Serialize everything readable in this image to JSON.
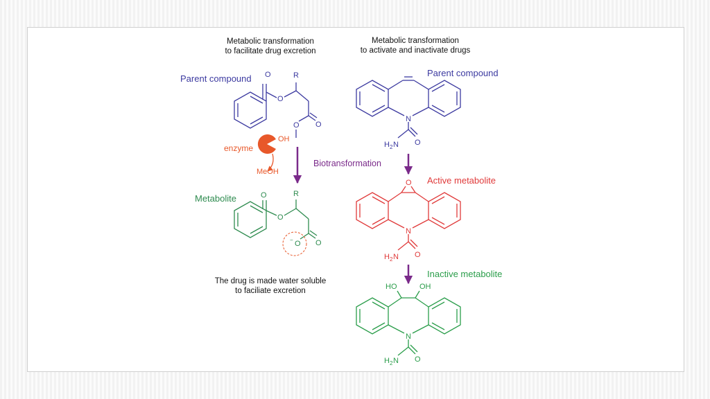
{
  "left_caption": [
    "Metabolic transformation",
    "to facilitate drug excretion"
  ],
  "right_caption": [
    "Metabolic transformation",
    "to activate and inactivate drugs"
  ],
  "bottom_caption": [
    "The drug is made water soluble",
    "to faciliate excretion"
  ],
  "labels": {
    "parent_left": "Parent compound",
    "parent_right": "Parent compound",
    "metabolite": "Metabolite",
    "enzyme": "enzyme",
    "oh": "OH",
    "meoh": "MeOH",
    "biotransformation": "Biotransformation",
    "active": "Active metabolite",
    "inactive": "Inactive metabolite"
  },
  "atoms": {
    "O": "O",
    "R": "R",
    "N": "N",
    "H": "H",
    "two": "2",
    "minus": "−",
    "OH": "OH",
    "HO": "HO"
  },
  "colors": {
    "parent": "#3c3aa0",
    "enzyme": "#e8582a",
    "metabolite": "#2e8b4f",
    "active": "#e03a3a",
    "inactive": "#2a9d4a",
    "arrow": "#7a2a8a",
    "text": "#111111"
  }
}
